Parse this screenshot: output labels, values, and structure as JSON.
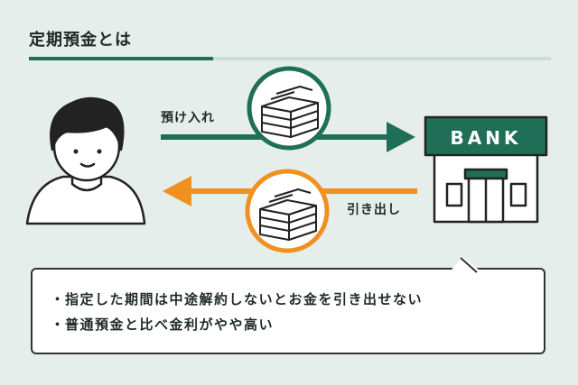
{
  "page": {
    "title": "定期預金とは"
  },
  "diagram": {
    "deposit_label": "預け入れ",
    "withdraw_label": "引き出し",
    "bank_sign": "BANK",
    "colors": {
      "deposit": "#1e6f56",
      "withdraw": "#f0901e",
      "bank": "#1e6f56"
    }
  },
  "note": {
    "bullet": "・",
    "items": [
      "指定した期間は中途解約しないとお金を引き出せない",
      "普通預金と比べ金利がやや高い"
    ]
  }
}
